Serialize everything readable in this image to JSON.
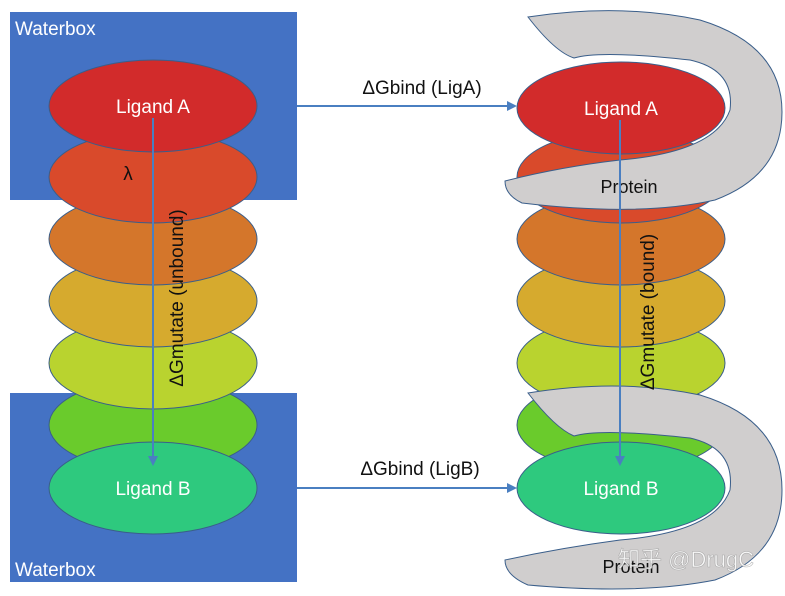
{
  "waterbox_top": {
    "label": "Waterbox"
  },
  "waterbox_bottom": {
    "label": "Waterbox"
  },
  "left_stack": {
    "ligand_a": "Ligand A",
    "lambda": "λ",
    "ligand_b": "Ligand B",
    "mutate_label": "ΔGmutate (unbound)"
  },
  "right_stack": {
    "ligand_a": "Ligand A",
    "protein_top": "Protein",
    "ligand_b": "Ligand B",
    "protein_bottom": "Protein",
    "mutate_label": "ΔGmutate (bound)"
  },
  "arrows": {
    "bind_a": "ΔGbind (LigA)",
    "bind_b": "ΔGbind (LigB)"
  },
  "watermark": "知乎 @DrugC",
  "colors": {
    "waterbox": "#4472C4",
    "ligand_a": "#D22B2B",
    "lambda_2": "#D94A2B",
    "lambda_3": "#D4762B",
    "lambda_4": "#D6AA2E",
    "lambda_5": "#B9D32F",
    "lambda_6": "#6ACB2C",
    "ligand_b": "#2EC97E",
    "protein": "#D0CECE",
    "arrow": "#4A7FC1"
  }
}
